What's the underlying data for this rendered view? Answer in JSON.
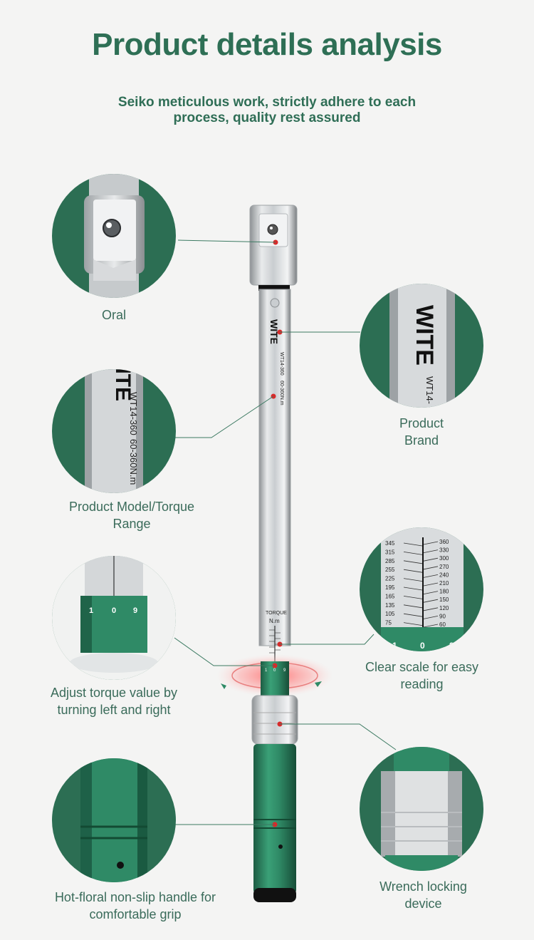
{
  "header": {
    "title": "Product details analysis",
    "subtitle_line1": "Seiko meticulous work, strictly adhere to each",
    "subtitle_line2": "process, quality rest assured"
  },
  "callouts": {
    "oral": "Oral",
    "brand_line1": "Product",
    "brand_line2": "Brand",
    "model_line1": "Product Model/Torque",
    "model_line2": "Range",
    "scale_line1": "Clear scale for easy",
    "scale_line2": "reading",
    "adjust_line1": "Adjust torque value by",
    "adjust_line2": "turning left and right",
    "lock_line1": "Wrench locking",
    "lock_line2": "device",
    "handle_line1": "Hot-floral non-slip handle for",
    "handle_line2": "comfortable grip"
  },
  "tool_text": {
    "brand": "WITE",
    "model": "WT14-360",
    "range": "60-360N.m",
    "model_short": "WT14-",
    "scale_title": "TORQUE",
    "scale_unit": "N.m",
    "dial_left": "1",
    "dial_mid": "0",
    "dial_right": "9"
  },
  "scale_values": {
    "left": [
      "345",
      "315",
      "285",
      "255",
      "225",
      "195",
      "165",
      "135",
      "105",
      "75"
    ],
    "right": [
      "360",
      "330",
      "300",
      "270",
      "240",
      "210",
      "180",
      "150",
      "120",
      "90",
      "60"
    ]
  },
  "colors": {
    "brand_green": "#2e6f55",
    "accent_red": "#d82a2a",
    "handle_green": "#2f8a66"
  }
}
